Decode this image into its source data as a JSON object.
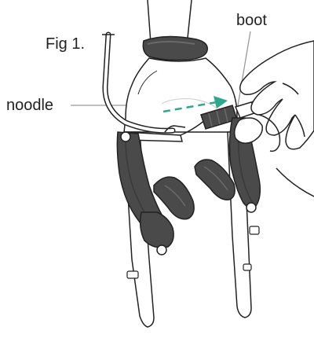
{
  "labels": {
    "figure": "Fig 1.",
    "noodle": "noodle",
    "boot": "boot"
  },
  "colors": {
    "outline": "#222222",
    "dark_part": "#4a4a4a",
    "shadow": "#3a3a3a",
    "arrow": "#2aaa8a",
    "leader": "#9a9a9a",
    "background": "#ffffff"
  },
  "icons": [
    "fork-illustration",
    "v-brake-arm",
    "brake-pad",
    "noodle-cable",
    "boot-cover",
    "hand",
    "direction-arrow"
  ]
}
